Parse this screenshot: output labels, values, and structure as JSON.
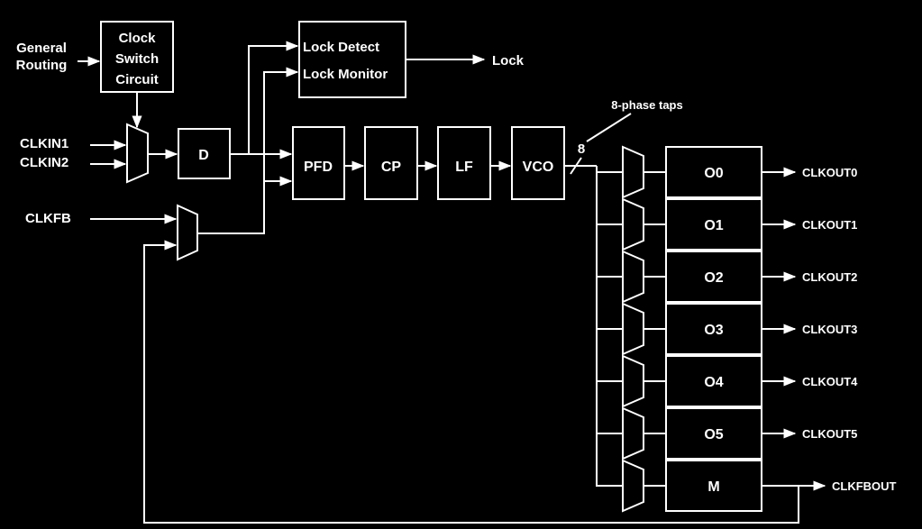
{
  "inputs": {
    "general_routing_line1": "General",
    "general_routing_line2": "Routing",
    "clkin1": "CLKIN1",
    "clkin2": "CLKIN2",
    "clkfb": "CLKFB"
  },
  "blocks": {
    "clock_switch_line1": "Clock",
    "clock_switch_line2": "Switch",
    "clock_switch_line3": "Circuit",
    "divider": "D",
    "lock_detect": "Lock Detect",
    "lock_monitor": "Lock Monitor",
    "pfd": "PFD",
    "cp": "CP",
    "lf": "LF",
    "vco": "VCO"
  },
  "labels": {
    "lock": "Lock",
    "taps": "8-phase taps",
    "bus_width": "8"
  },
  "counters": [
    "O0",
    "O1",
    "O2",
    "O3",
    "O4",
    "O5",
    "M"
  ],
  "outputs": [
    "CLKOUT0",
    "CLKOUT1",
    "CLKOUT2",
    "CLKOUT3",
    "CLKOUT4",
    "CLKOUT5",
    "CLKFBOUT"
  ]
}
